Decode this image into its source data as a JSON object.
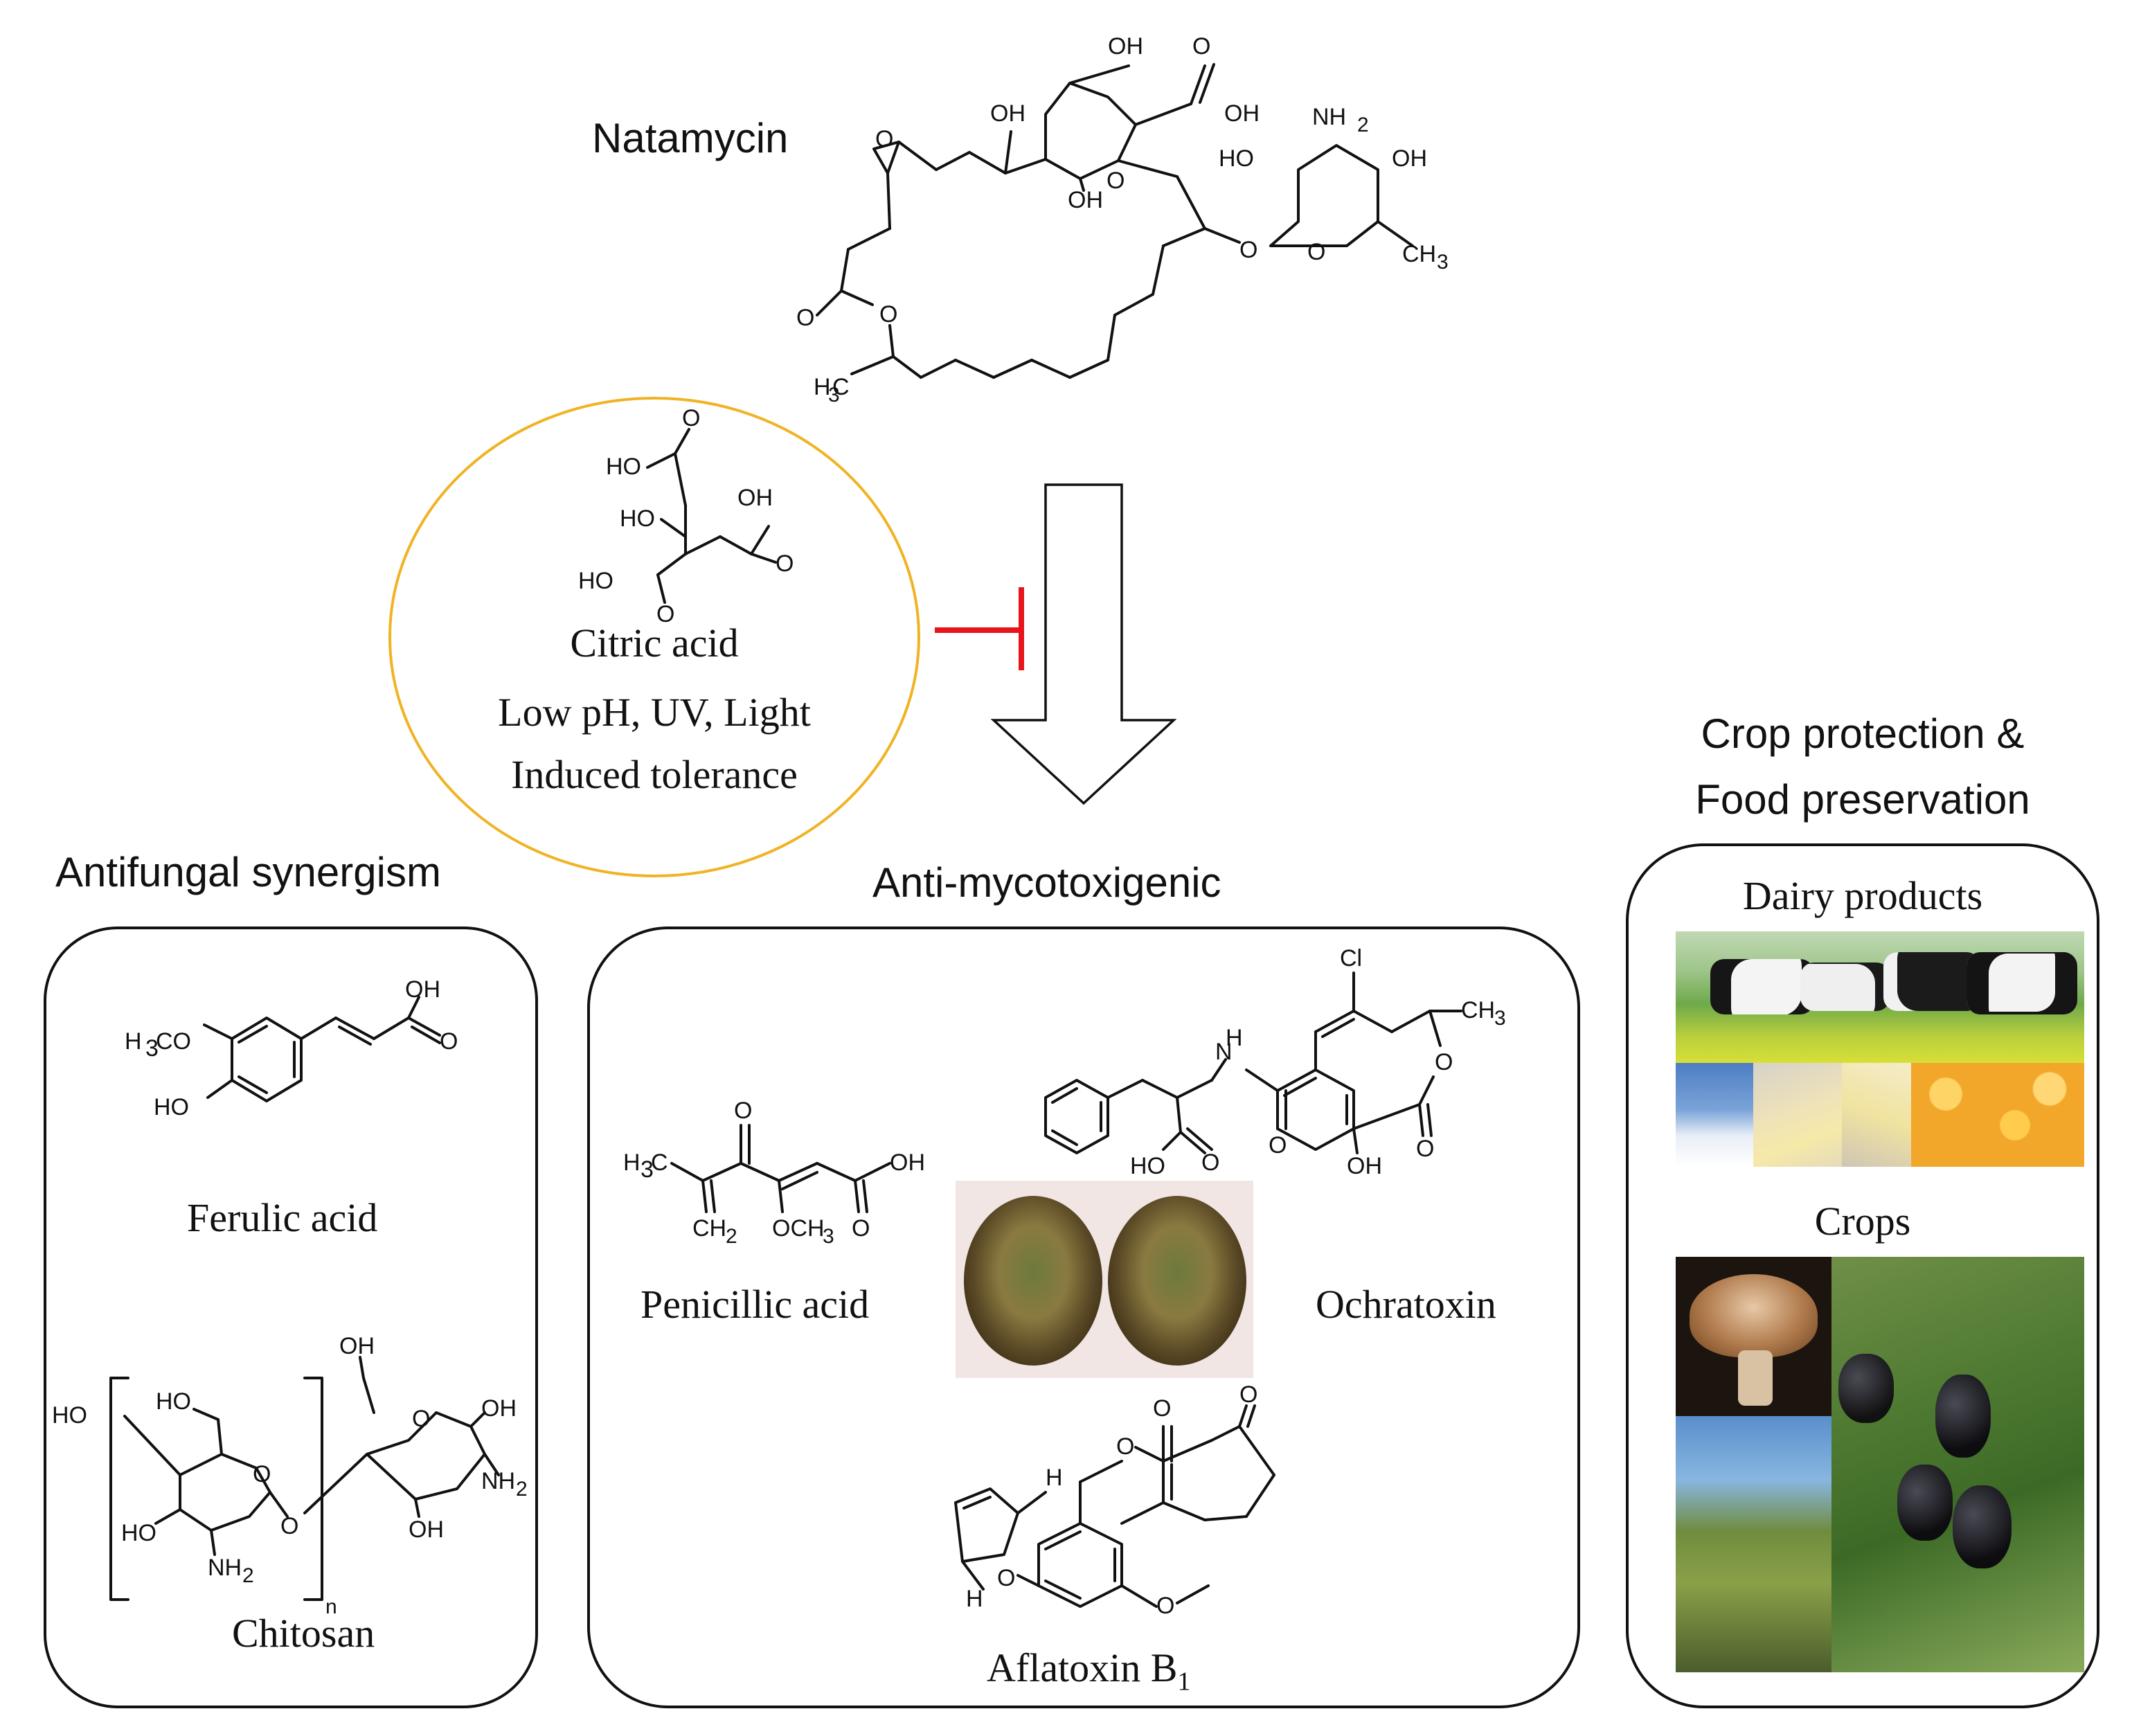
{
  "titles": {
    "natamycin": "Natamycin",
    "antifungal": "Antifungal synergism",
    "antimyco": "Anti-mycotoxigenic",
    "crop_line1": "Crop protection &",
    "crop_line2": "Food preservation"
  },
  "inhibitors": {
    "line1": "Citric acid",
    "line2": "Low pH, UV, Light",
    "line3": "Induced tolerance"
  },
  "synergism": {
    "ferulic": "Ferulic acid",
    "chitosan": "Chitosan"
  },
  "mycotoxins": {
    "penicillic": "Penicillic acid",
    "ochratoxin": "Ochratoxin",
    "aflatoxin": "Aflatoxin B",
    "aflatoxin_sub": "1"
  },
  "applications": {
    "dairy": "Dairy products",
    "crops": "Crops"
  },
  "colors": {
    "circle_border": "#f0b323",
    "inhibition": "#e8141b"
  }
}
